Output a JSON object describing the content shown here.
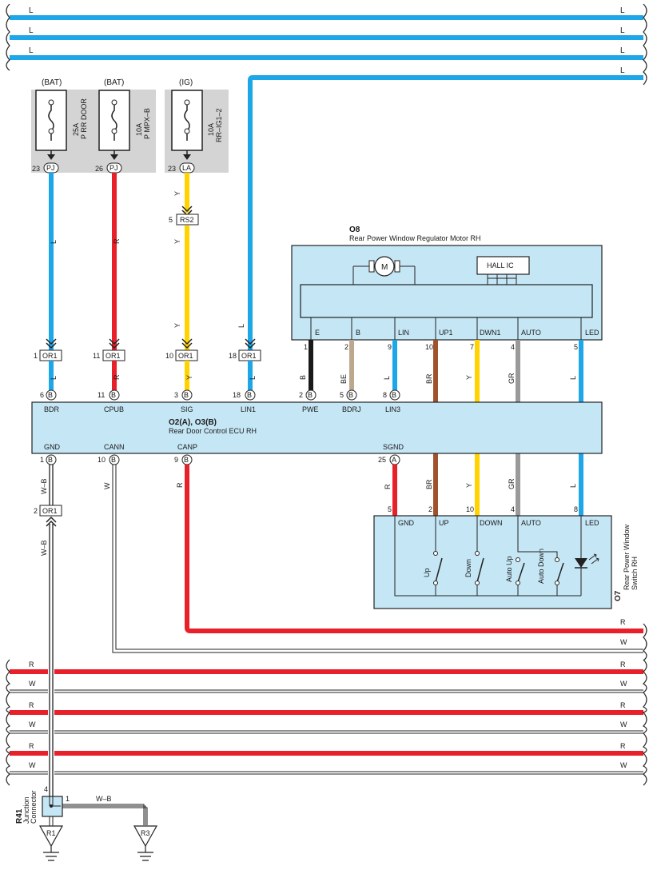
{
  "colors": {
    "L": "#1ea7e8",
    "R": "#e8202a",
    "Y": "#ffd200",
    "B": "#1a1a1a",
    "BE": "#bca78f",
    "BR": "#a0522d",
    "GR": "#9a9a9a",
    "W": "#ffffff",
    "component_fill": "#c5e6f5",
    "fuse_bg": "#d4d4d4"
  },
  "bus_top": [
    {
      "left": "L",
      "right": "L"
    },
    {
      "left": "L",
      "right": "L"
    },
    {
      "left": "L",
      "right": "L"
    },
    {
      "right": "L"
    }
  ],
  "bus_bottom": [
    {
      "left": "R",
      "right": "R"
    },
    {
      "left": "W",
      "right": "W"
    },
    {
      "left": "R",
      "right": "R"
    },
    {
      "left": "W",
      "right": "W"
    },
    {
      "left": "R",
      "right": "R"
    },
    {
      "left": "W",
      "right": "W"
    }
  ],
  "fuses": [
    {
      "source": "(BAT)",
      "rating": "25A",
      "name": "P RR DOOR",
      "pin": "23",
      "conn": "PJ",
      "wire": "L"
    },
    {
      "source": "(BAT)",
      "rating": "10A",
      "name": "P MPX–B",
      "pin": "26",
      "conn": "PJ",
      "wire": "R"
    },
    {
      "source": "(IG)",
      "rating": "10A",
      "name": "RR–IG1–2",
      "pin": "23",
      "conn": "LA",
      "wire": "Y"
    }
  ],
  "rs2": {
    "pin": "5",
    "conn": "RS2"
  },
  "or1_top": [
    {
      "pin": "1",
      "conn": "OR1"
    },
    {
      "pin": "11",
      "conn": "OR1"
    },
    {
      "pin": "10",
      "conn": "OR1"
    },
    {
      "pin": "18",
      "conn": "OR1"
    }
  ],
  "or1_bottom": {
    "pin": "2",
    "conn": "OR1"
  },
  "ecu": {
    "id": "O2(A), O3(B)",
    "name": "Rear Door Control ECU RH",
    "top_pins": [
      {
        "pin": "6",
        "conn": "B",
        "label": "BDR",
        "wire": "L"
      },
      {
        "pin": "11",
        "conn": "B",
        "label": "CPUB",
        "wire": "R"
      },
      {
        "pin": "3",
        "conn": "B",
        "label": "SIG",
        "wire": "Y"
      },
      {
        "pin": "18",
        "conn": "B",
        "label": "LIN1",
        "wire": "L"
      },
      {
        "pin": "2",
        "conn": "B",
        "label": "PWE",
        "wire": "B"
      },
      {
        "pin": "5",
        "conn": "B",
        "label": "BDRJ",
        "wire": "BE"
      },
      {
        "pin": "8",
        "conn": "B",
        "label": "LIN3",
        "wire": "L"
      }
    ],
    "bottom_pins": [
      {
        "pin": "1",
        "conn": "B",
        "label": "GND",
        "wire": "W–B"
      },
      {
        "pin": "10",
        "conn": "B",
        "label": "CANN",
        "wire": "W"
      },
      {
        "pin": "9",
        "conn": "B",
        "label": "CANP",
        "wire": "R"
      },
      {
        "pin": "25",
        "conn": "A",
        "label": "SGND",
        "wire": "R"
      }
    ]
  },
  "motor": {
    "id": "O8",
    "name": "Rear Power Window Regulator Motor RH",
    "hall": "HALL IC",
    "motor_symbol": "M",
    "pins": [
      {
        "pin": "1",
        "label": "E",
        "wire": "B"
      },
      {
        "pin": "2",
        "label": "B",
        "wire": "BE"
      },
      {
        "pin": "9",
        "label": "LIN",
        "wire": "L"
      },
      {
        "pin": "10",
        "label": "UP1",
        "wire": "BR"
      },
      {
        "pin": "7",
        "label": "DWN1",
        "wire": "Y"
      },
      {
        "pin": "4",
        "label": "AUTO",
        "wire": "GR"
      },
      {
        "pin": "5",
        "label": "LED",
        "wire": "L"
      }
    ]
  },
  "switch": {
    "id": "O7",
    "name_line1": "Rear Power Window",
    "name_line2": "Switch RH",
    "pins": [
      {
        "pin": "5",
        "label": "GND",
        "wire": "R"
      },
      {
        "pin": "2",
        "label": "UP",
        "wire": "BR"
      },
      {
        "pin": "10",
        "label": "DOWN",
        "wire": "Y"
      },
      {
        "pin": "4",
        "label": "AUTO",
        "wire": "GR"
      },
      {
        "pin": "8",
        "label": "LED",
        "wire": "L"
      }
    ],
    "contacts": [
      "Up",
      "Down",
      "Auto Up",
      "Auto Down"
    ]
  },
  "junction": {
    "id": "R41",
    "name_line1": "Junction",
    "name_line2": "Connector",
    "pin_in": "4",
    "pin_out": "1",
    "wire": "W–B"
  },
  "grounds": [
    "R1",
    "R3"
  ],
  "right_labels": {
    "canp": "R",
    "cann": "W"
  }
}
